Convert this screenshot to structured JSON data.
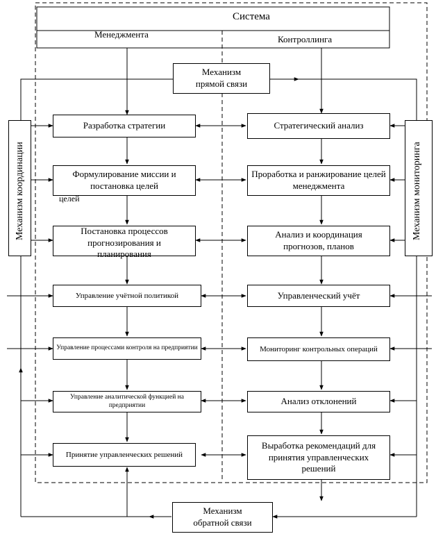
{
  "header": {
    "title": "Система",
    "left": "Менеджмента",
    "right": "Контроллинга"
  },
  "top_box": {
    "line1": "Механизм",
    "line2": "прямой связи"
  },
  "bottom_box": {
    "line1": "Механизм",
    "line2": "обратной связи"
  },
  "side_left": "Механизм координации",
  "side_right": "Механизм мониторинга",
  "left_boxes": [
    {
      "text": "Разработка стратегии"
    },
    {
      "text": "Формулирование миссии и постановка целей",
      "extra": "целей"
    },
    {
      "text": "Постановка процессов прогнозирования и планирования"
    },
    {
      "text": "Управление учётной политикой"
    },
    {
      "text": "Управление процессами контроля на предприятии"
    },
    {
      "text": "Управление аналитической функцией на предприятии"
    },
    {
      "text": "Принятие управленческих решений"
    }
  ],
  "right_boxes": [
    {
      "text": "Стратегический анализ"
    },
    {
      "text": "Проработка и ранжирование целей менеджмента"
    },
    {
      "text": "Анализ и координация прогнозов, планов"
    },
    {
      "text": "Управленческий учёт"
    },
    {
      "text": "Мониторинг контрольных операций"
    },
    {
      "text": "Анализ отклонений"
    },
    {
      "text": "Выработка рекомендаций для принятия управленческих решений"
    }
  ]
}
